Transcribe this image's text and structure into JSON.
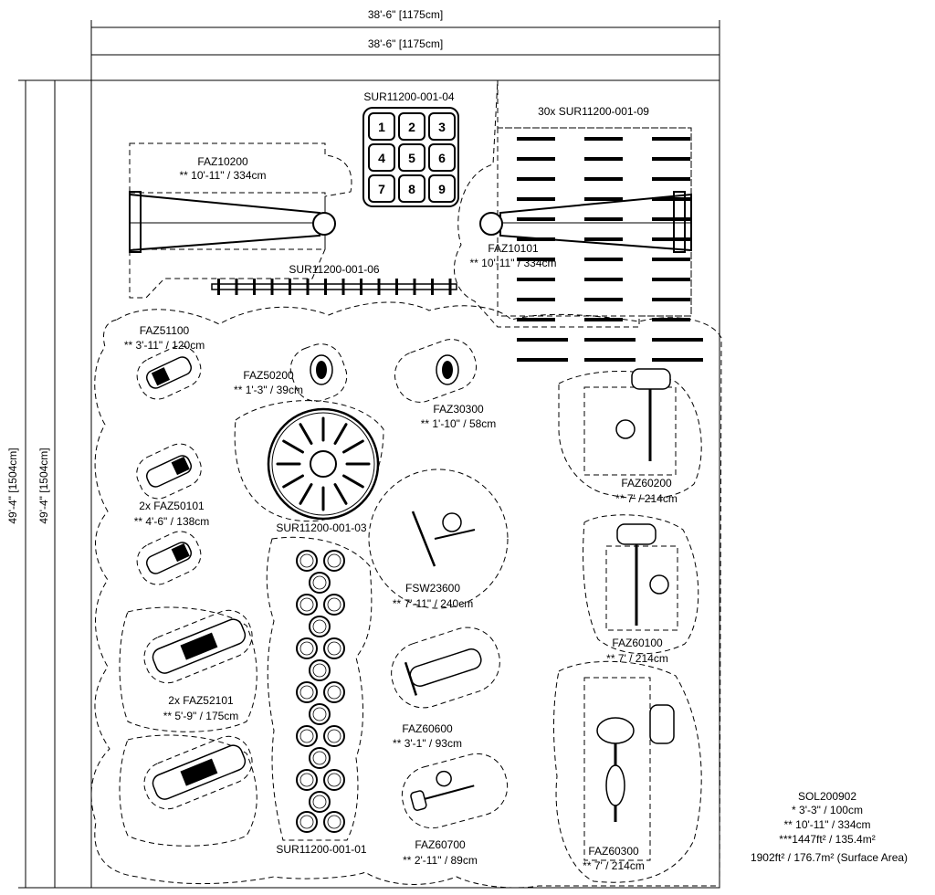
{
  "dimensions": {
    "width_outer": "38'-6\" [1175cm]",
    "width_inner": "38'-6\" [1175cm]",
    "height_outer": "49'-4\" [1504cm]",
    "height_inner": "49'-4\" [1504cm]"
  },
  "items": {
    "faz10200": {
      "name": "FAZ10200",
      "size": "** 10'-11\" / 334cm"
    },
    "sur04": {
      "name": "SUR11200-001-04",
      "numbers": [
        "1",
        "2",
        "3",
        "4",
        "5",
        "6",
        "7",
        "8",
        "9"
      ]
    },
    "sur09": {
      "name": "30x SUR11200-001-09"
    },
    "faz10101": {
      "name": "FAZ10101",
      "size": "** 10'-11\" / 334cm"
    },
    "sur06": {
      "name": "SUR11200-001-06"
    },
    "faz51100": {
      "name": "FAZ51100",
      "size": "** 3'-11\" / 120cm"
    },
    "faz50200": {
      "name": "FAZ50200",
      "size": "** 1'-3\" / 39cm"
    },
    "faz30300": {
      "name": "FAZ30300",
      "size": "** 1'-10\" / 58cm"
    },
    "faz60200": {
      "name": "FAZ60200",
      "size": "** 7' / 214cm"
    },
    "faz50101": {
      "name": "2x FAZ50101",
      "size": "** 4'-6\" / 138cm"
    },
    "sur03": {
      "name": "SUR11200-001-03"
    },
    "fsw23600": {
      "name": "FSW23600",
      "size": "** 7'-11\" / 240cm"
    },
    "faz60100": {
      "name": "FAZ60100",
      "size": "** 7' / 214cm"
    },
    "faz52101": {
      "name": "2x FAZ52101",
      "size": "** 5'-9\" / 175cm"
    },
    "faz60600": {
      "name": "FAZ60600",
      "size": "** 3'-1\" / 93cm"
    },
    "sur01": {
      "name": "SUR11200-001-01"
    },
    "faz60700": {
      "name": "FAZ60700",
      "size": "** 2'-11\" / 89cm"
    },
    "faz60300": {
      "name": "FAZ60300",
      "size": "** 7' / 214cm"
    }
  },
  "summary": {
    "id": "SOL200902",
    "line1": "* 3'-3\" / 100cm",
    "line2": "** 10'-11\" / 334cm",
    "line3": "***1447ft² / 135.4m²",
    "line4": "1902ft² / 176.7m² (Surface Area)"
  }
}
